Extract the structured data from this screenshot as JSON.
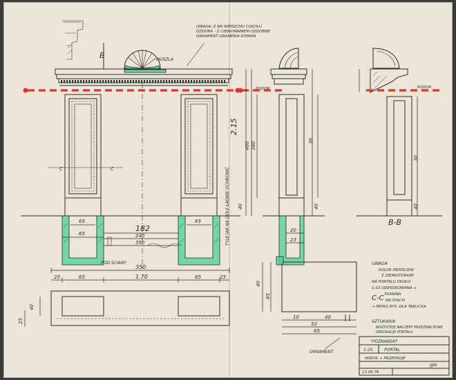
{
  "labels": {
    "section_mark": "B",
    "detail_note": "UWAGA: Z NA WIERZCHU COKOŁU OZDOBA - Z CIENIOWANIEM OZDOBNE ORNAMENT GRAMERIA DYMIAN",
    "muszla": "MUSZLA",
    "pod_sc": "POD SCIANY",
    "stone_note": "TYLE JAK NA DOLE ŁADNIE OCHRONIĆ",
    "poziom": "POZIOM",
    "bb": "B-B",
    "cc": "C-C",
    "ornament": "ORNAMENT",
    "c_mark": "C",
    "c_mark2": "C"
  },
  "dimensions": {
    "front_total": "350",
    "front_mid": "1.70",
    "front_pier": "65",
    "front_pier2": "65",
    "front_edge": "25",
    "front_edge2": "25",
    "green_w": "65",
    "green_w2": "65",
    "green_w3": "65",
    "mid_span": "182",
    "mid_span2": "240",
    "mid_span3": "350",
    "height_total": "2.15",
    "side_400": "400",
    "side_380": "380",
    "side_40": "40",
    "side_40b": "40",
    "side_30": "30",
    "side_20": "20",
    "side_23": "23",
    "plan_40": "40",
    "plan_85": "85",
    "plan_65": "65",
    "plan_32": "32",
    "plan_40b": "40",
    "plan_10": "10",
    "foot_25": "25",
    "foot_40": "40"
  },
  "notes": {
    "uwaga_title": "UWAGA",
    "uwaga_1": "KOLOR PIERŚCIENI",
    "uwaga_2": "Z ZIEMIOTORKIM",
    "uwaga_3": "NA PORTALU OKOŁO",
    "uwaga_4": "1:10 UDEKOROWANA +",
    "uwaga_5": "TKANINA",
    "uwaga_6": "NA STACH",
    "uwaga_7": "→ PATRZ RYS. DLA TABLICKA",
    "sztuka_title": "SZTUKARIA",
    "sztuka_1": "WSZYSTKIE NACZEPY PRZEZNACZONE",
    "sztuka_2": "DEKORACJE PORTALU"
  },
  "title_block": {
    "project": "\"POZNAŃSKI\"",
    "scale": "1:25",
    "subject": "PORTAL",
    "view": "WIDOK + PRZEKROJE",
    "date": "13.06.76",
    "sign": "Jgło"
  },
  "colors": {
    "paper": "#ece6d8",
    "ink": "#2b2a28",
    "green": "#4ccf95",
    "red": "#d8372a"
  }
}
